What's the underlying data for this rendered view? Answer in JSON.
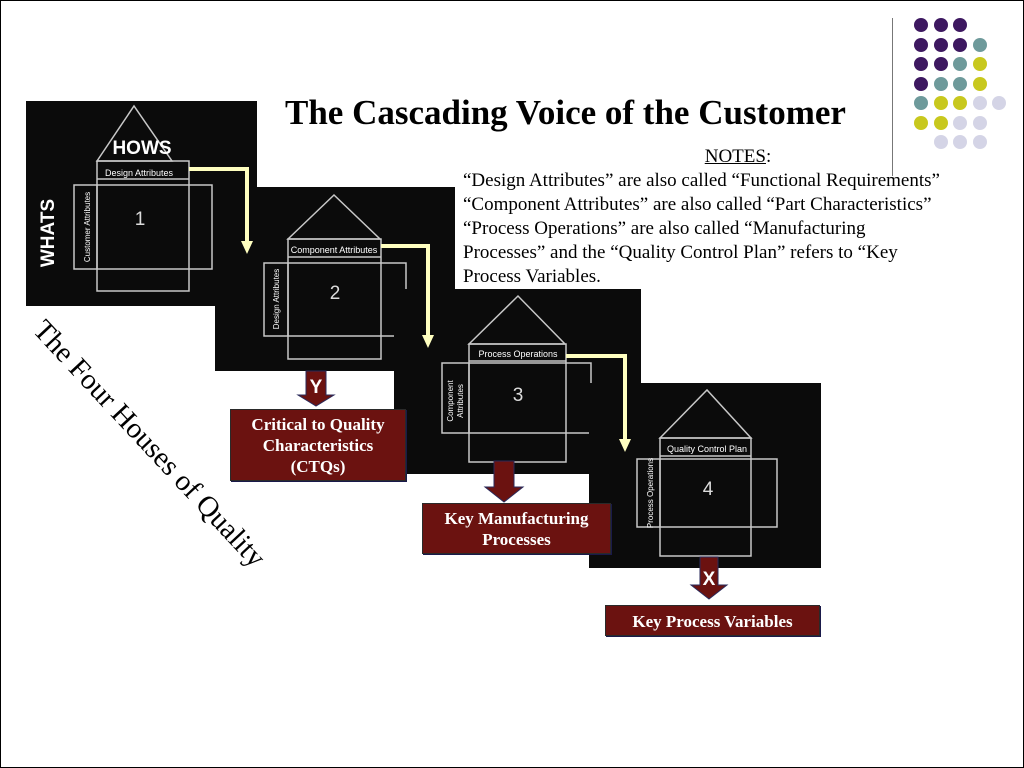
{
  "slide": {
    "title": "The Cascading Voice of the Customer",
    "rotated_caption": "The Four Houses of Quality",
    "notes": {
      "heading": "NOTES",
      "heading_suffix": ":",
      "lines": [
        "“Design Attributes” are also called “Functional Requirements”",
        "“Component Attributes” are also called “Part Characteristics”",
        "“Process Operations” are also called “Manufacturing",
        "Processes” and the “Quality Control Plan” refers to “Key",
        "Process Variables."
      ]
    }
  },
  "houses": [
    {
      "number": "1",
      "roof_label": "HOWS",
      "top_label": "Design Attributes",
      "side_label": "Customer Attributes",
      "left_label": "WHATS"
    },
    {
      "number": "2",
      "top_label": "Component Attributes",
      "side_label": "Design Attributes"
    },
    {
      "number": "3",
      "top_label": "Process Operations",
      "side_label_line1": "Component",
      "side_label_line2": "Attributes"
    },
    {
      "number": "4",
      "top_label": "Quality Control Plan",
      "side_label": "Process Operations"
    }
  ],
  "outputs": [
    {
      "arrow_letter": "Y",
      "lines": [
        "Critical to Quality",
        "Characteristics",
        "(CTQs)"
      ]
    },
    {
      "arrow_letter": "",
      "lines": [
        "Key Manufacturing",
        "Processes"
      ]
    },
    {
      "arrow_letter": "X",
      "lines": [
        "Key Process Variables"
      ]
    }
  ],
  "colors": {
    "panel": "#0b0b0b",
    "house_line": "#c8c8c8",
    "arrow_yellow": "#ffffc0",
    "output_box": "#6b1210",
    "dot_purple": "#3d1860",
    "dot_teal": "#6e9a9b",
    "dot_yellow": "#c8c81e",
    "dot_lavender": "#d4d4e6"
  }
}
